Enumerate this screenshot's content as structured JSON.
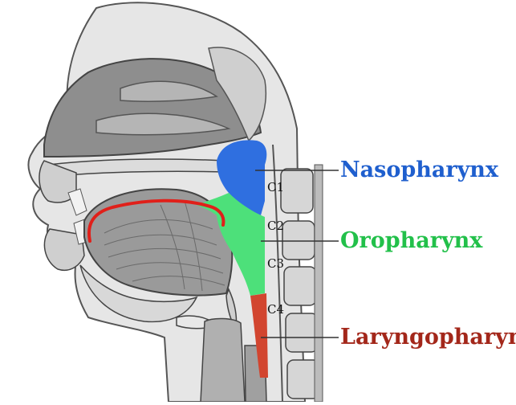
{
  "regions": [
    {
      "label": "Nasopharynx",
      "color": "#1f5fce"
    },
    {
      "label": "Oropharynx",
      "color": "#22c04a"
    },
    {
      "label": "Laryngopharynx",
      "color": "#a3271a"
    }
  ],
  "vertebrae": [
    "C1",
    "C2",
    "C3",
    "C4"
  ],
  "colors": {
    "nasopharynx_fill": "#2f6fe0",
    "oropharynx_fill": "#4de07a",
    "laryngopharynx_fill": "#d2452f",
    "palate_line": "#e0201a",
    "tissue": "#bdbdbd",
    "tissue_dark": "#6e6e6e",
    "bone": "#dcdcdc"
  }
}
